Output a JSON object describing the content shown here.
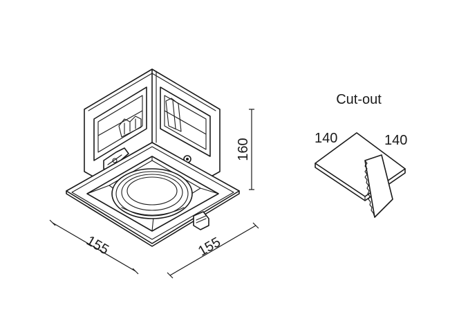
{
  "drawing": {
    "dimensions": {
      "width_left": "155",
      "width_right": "155",
      "height": "160"
    },
    "cutout": {
      "title": "Cut-out",
      "dim_left": "140",
      "dim_right": "140"
    }
  }
}
